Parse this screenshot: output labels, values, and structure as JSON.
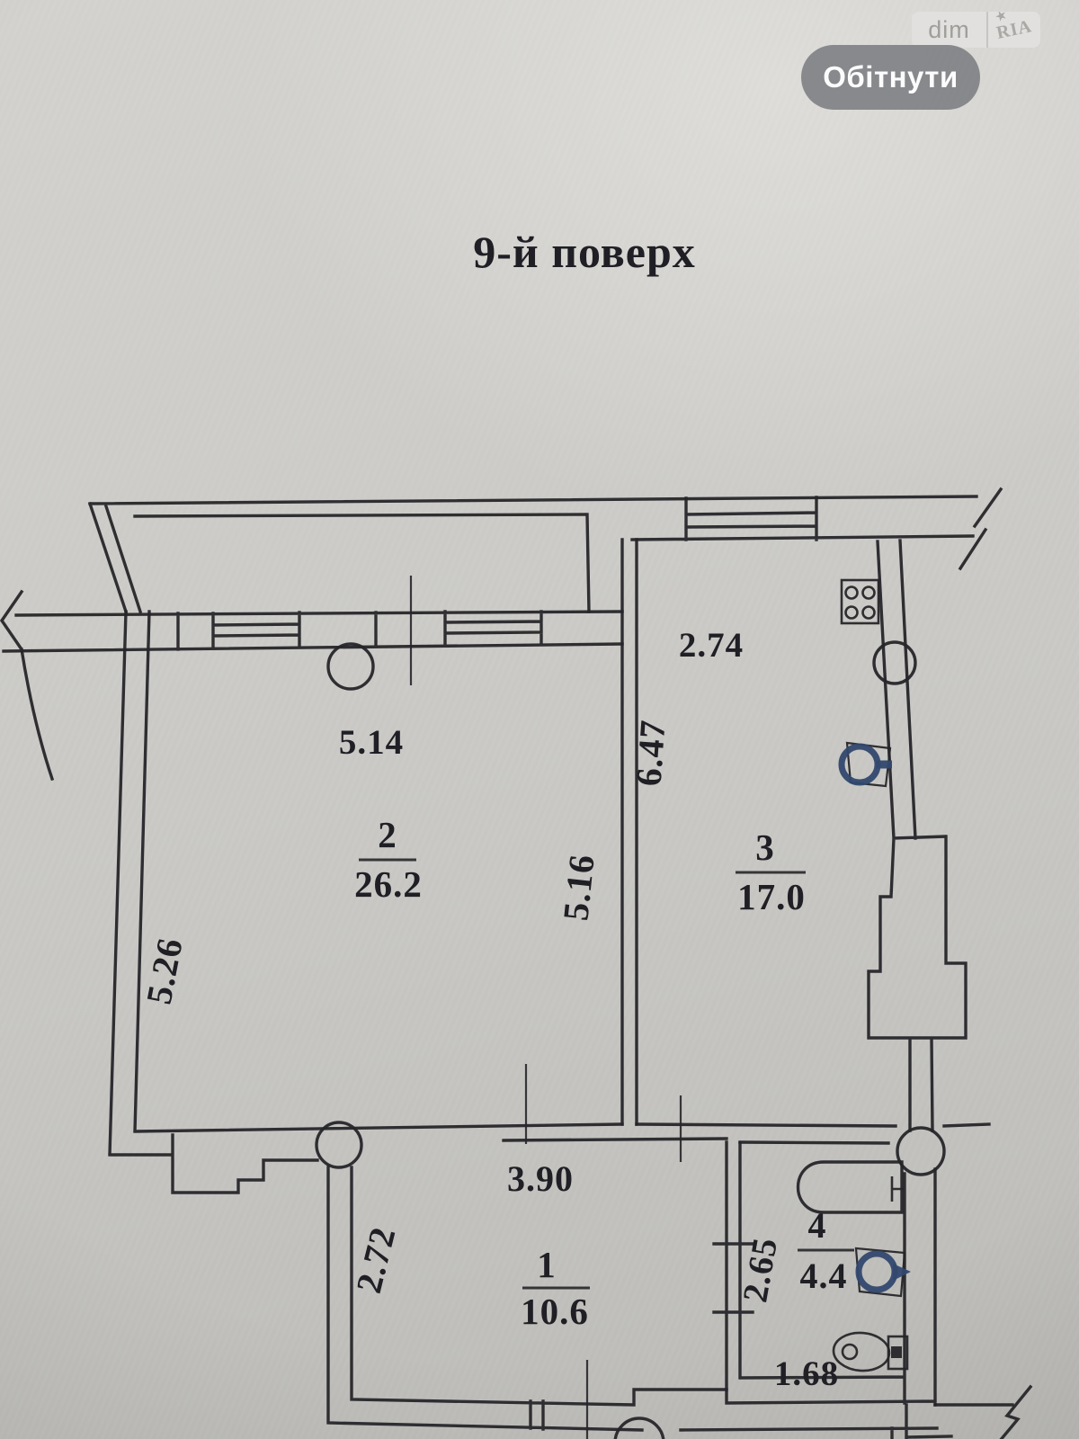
{
  "watermark": {
    "dim": "dim",
    "ria": "RIA",
    "star": "★"
  },
  "toolbar": {
    "crop_label": "Обітнути"
  },
  "plan": {
    "title": "9-й поверх",
    "rooms": [
      {
        "number": "2",
        "area": "26.2"
      },
      {
        "number": "3",
        "area": "17.0"
      },
      {
        "number": "1",
        "area": "10.6"
      },
      {
        "number": "4",
        "area": "4.4"
      }
    ],
    "dims": {
      "living_width": "5.14",
      "living_depth": "5.26",
      "living_inner": "5.16",
      "kitchen_width": "2.74",
      "kitchen_depth": "6.47",
      "hall_width": "3.90",
      "hall_depth": "2.72",
      "bath_depth": "2.65",
      "bath_width": "1.68"
    },
    "colors": {
      "ink": "#26262a",
      "blue_ink": "#31486e",
      "paper": "#cbcac6",
      "button_gray": "#80868a",
      "button_text": "#fcfcfd"
    }
  }
}
